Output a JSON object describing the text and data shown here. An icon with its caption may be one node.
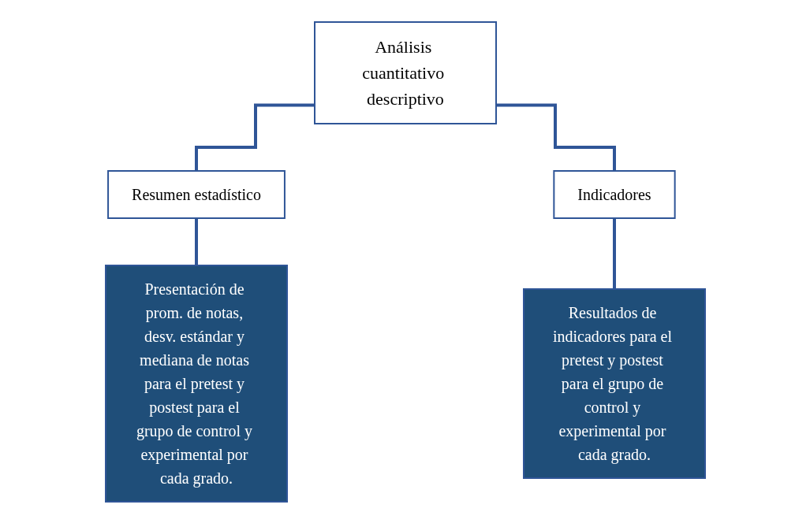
{
  "diagram": {
    "nodes": [
      {
        "text": [
          "Análisis cuantitativo descriptivo"
        ]
      },
      {
        "text": [
          "Resumen estadístico"
        ]
      },
      {
        "text": [
          "Indicadores"
        ]
      },
      {
        "text": [
          "Presentación de prom. de notas, desv. estándar y mediana de notas para el pretest y postest para el grupo de control y experimental por cada grado."
        ]
      },
      {
        "text": [
          "Resultados de indicadores para el pretest y postest para el grupo de control y experimental por cada grado."
        ]
      }
    ],
    "edges": [
      {
        "from": 0,
        "to": 1,
        "arrow": "none"
      },
      {
        "from": 0,
        "to": 2,
        "arrow": "none"
      },
      {
        "from": 1,
        "to": 3,
        "arrow": "none"
      },
      {
        "from": 2,
        "to": 4,
        "arrow": "none"
      }
    ]
  }
}
